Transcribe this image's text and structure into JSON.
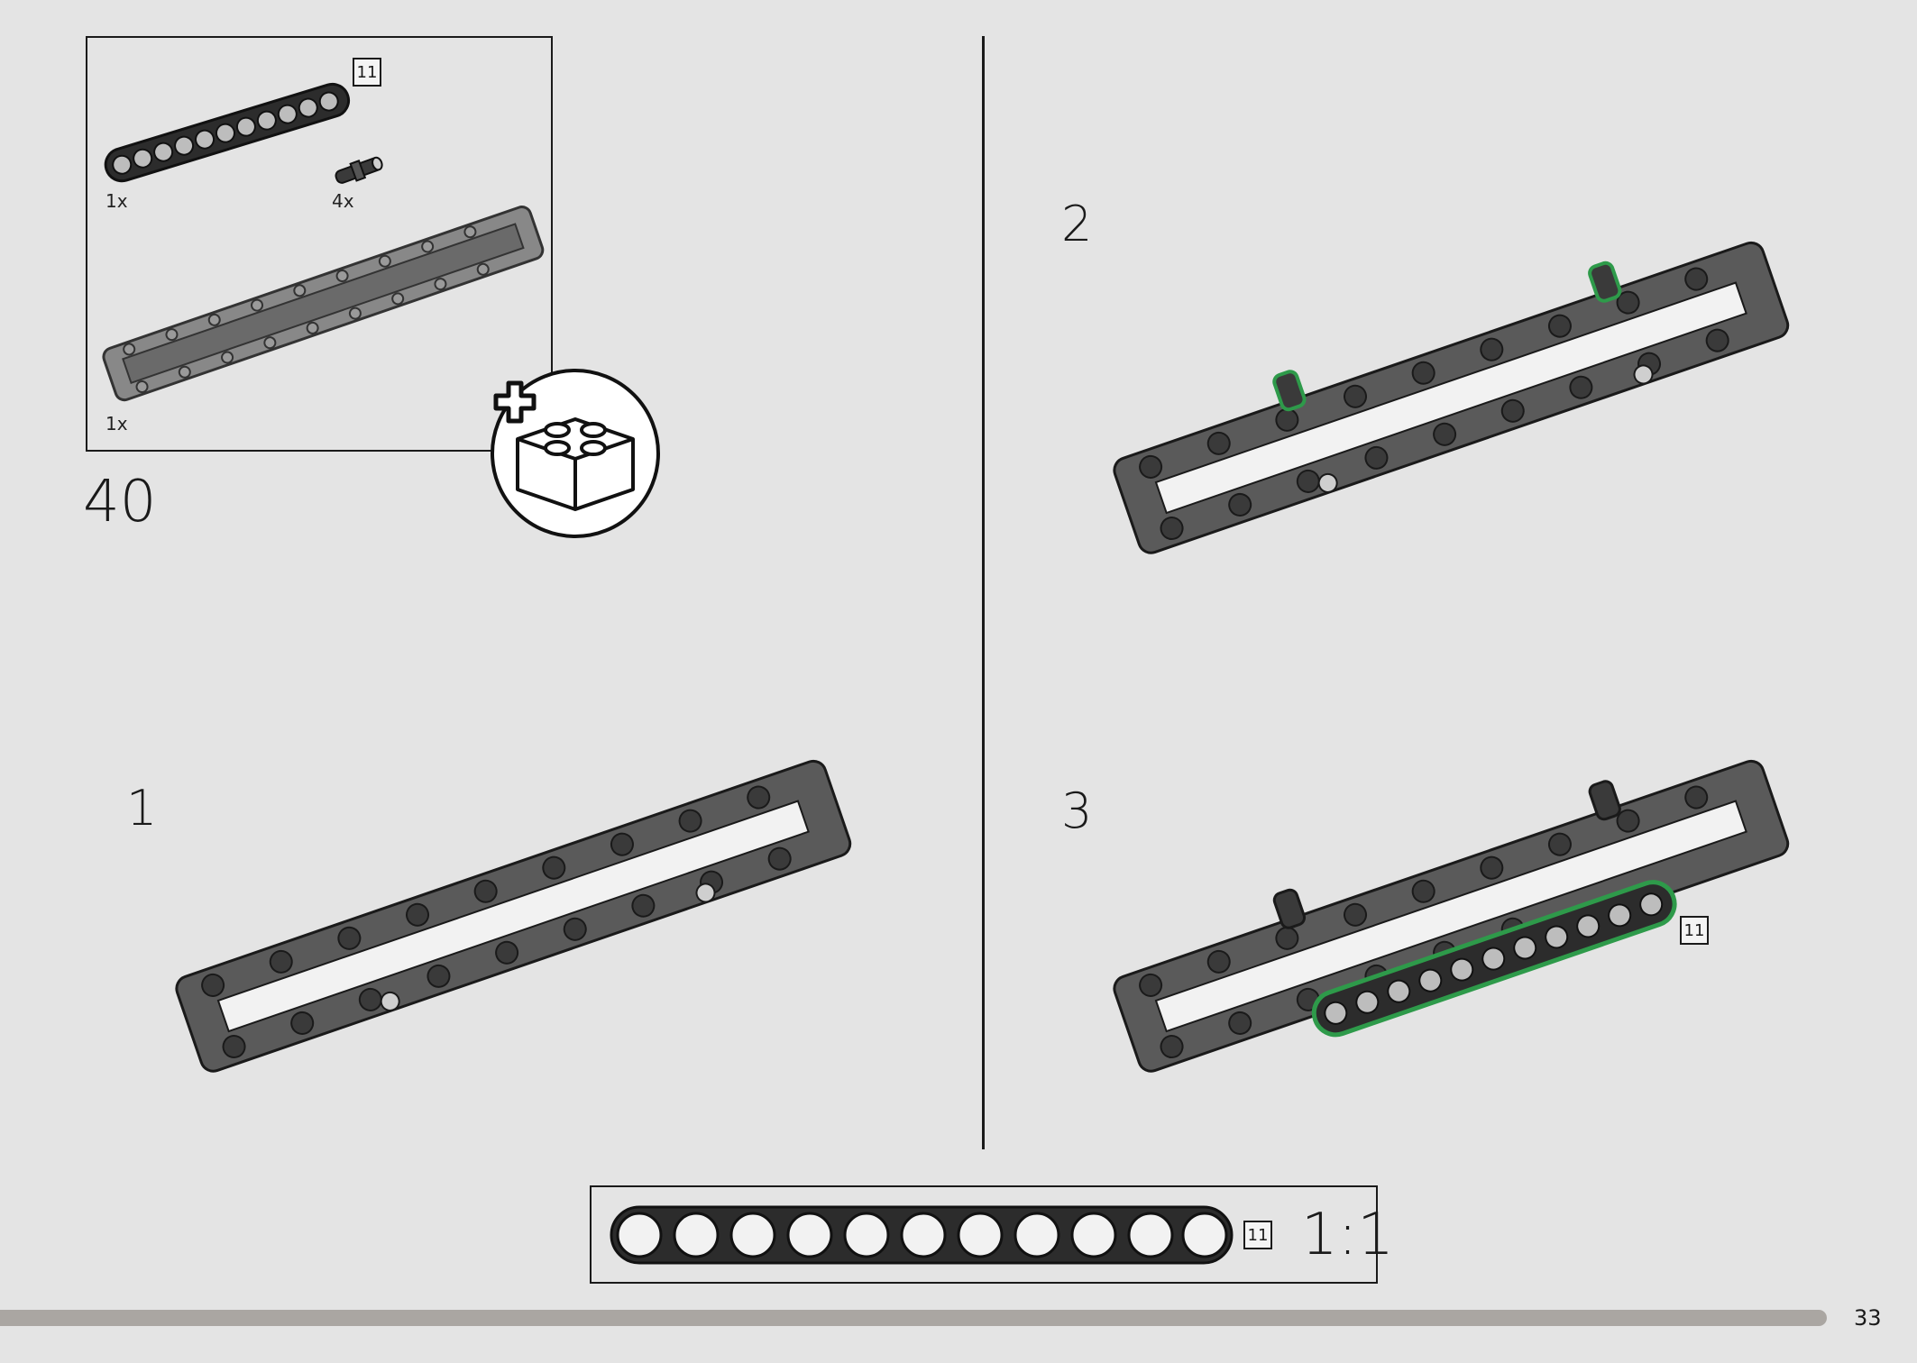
{
  "step": {
    "number": "40"
  },
  "parts": {
    "beam": {
      "qty": "1x",
      "length": "11"
    },
    "pin": {
      "qty": "4x"
    },
    "frame": {
      "qty": "1x"
    }
  },
  "substeps": {
    "s1": "1",
    "s2": "2",
    "s3": "3",
    "s3_length": "11"
  },
  "scale": {
    "length": "11",
    "label": "1:1"
  },
  "page": {
    "number": "33"
  },
  "colors": {
    "background": "#e4e4e4",
    "frame": "#5a5a5a",
    "beam": "#2c2c2c",
    "highlight": "#2e9a4a",
    "progress": "#aaa6a2"
  },
  "icons": {
    "add_bag": "plus-brick-icon"
  }
}
